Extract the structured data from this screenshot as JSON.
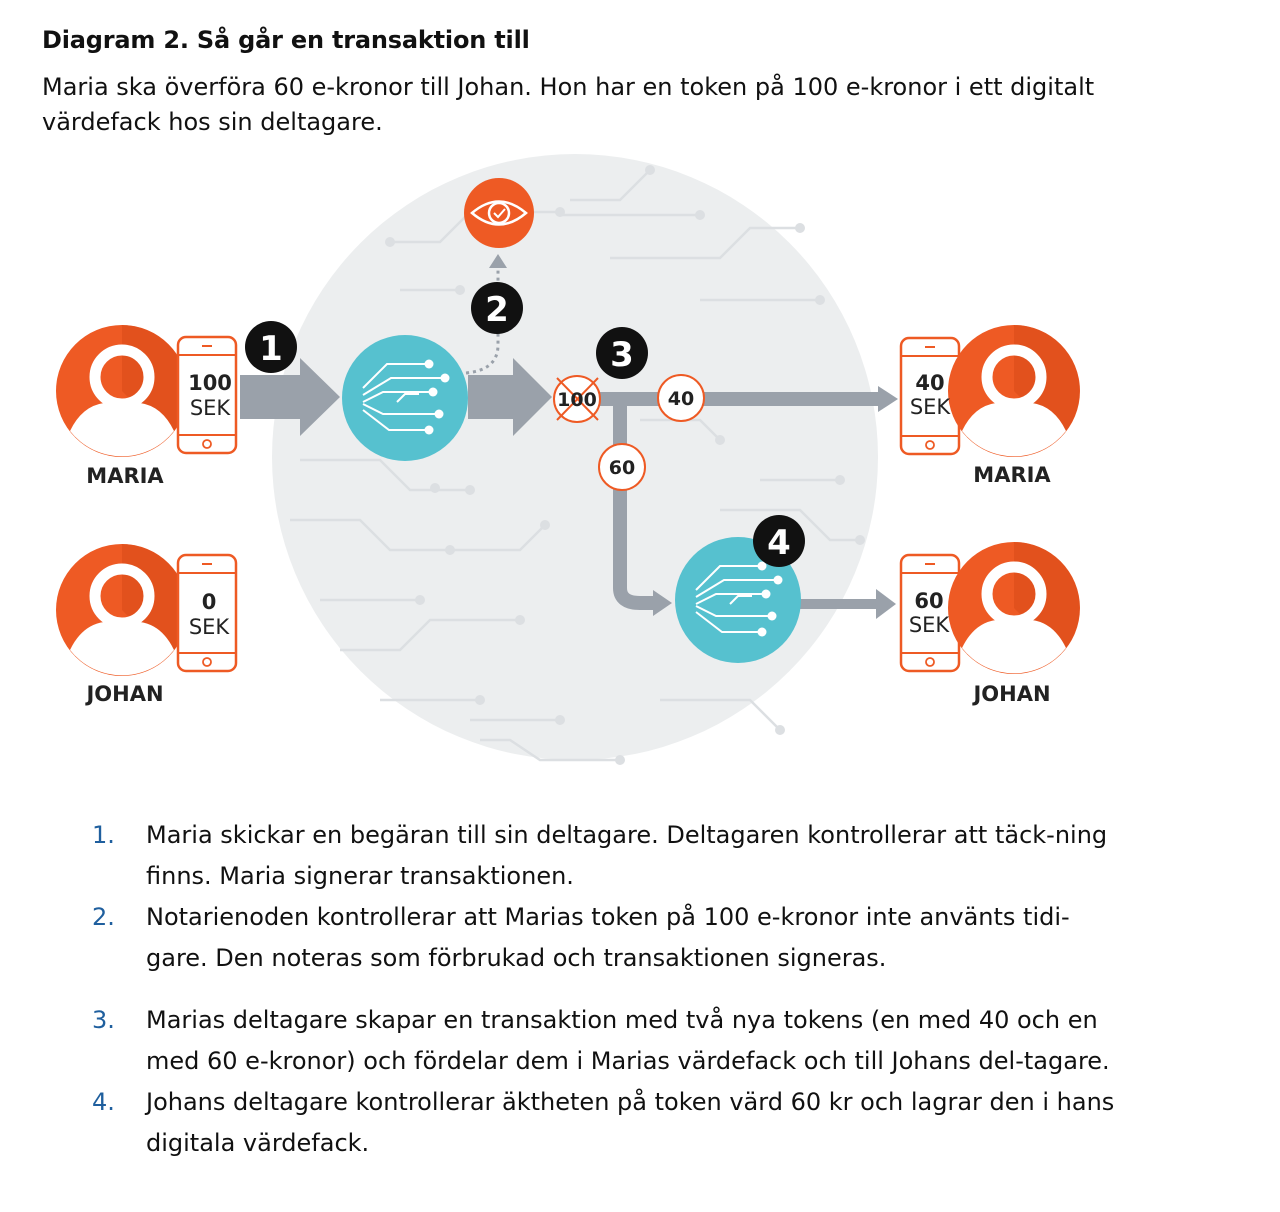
{
  "title": "Diagram 2. Så går en transaktion till",
  "intro": "Maria ska överföra 60 e-kronor till Johan. Hon har en token på 100 e-kronor i ett digitalt värdefack hos sin deltagare.",
  "diagram": {
    "wallets": {
      "maria_before": {
        "amount": "100",
        "currency": "SEK",
        "person": "MARIA"
      },
      "johan_before": {
        "amount": "0",
        "currency": "SEK",
        "person": "JOHAN"
      },
      "maria_after": {
        "amount": "40",
        "currency": "SEK",
        "person": "MARIA"
      },
      "johan_after": {
        "amount": "60",
        "currency": "SEK",
        "person": "JOHAN"
      }
    },
    "steps": [
      "1",
      "2",
      "3",
      "4"
    ],
    "tokens": {
      "spent": "100",
      "change": "40",
      "transfer": "60"
    },
    "icons": [
      "person-icon",
      "phone-icon",
      "node-icon",
      "eye-check-icon"
    ],
    "colors": {
      "orange": "#ee5a24",
      "teal": "#56c1cf",
      "arrow": "#9aa1aa",
      "circle": "#eceeef",
      "step_badge": "#111111",
      "list_number": "#1f5f9e"
    }
  },
  "steps": [
    {
      "num": "1.",
      "text": "Maria skickar en begäran till sin deltagare. Deltagaren kontrollerar att täck-ning finns. Maria signerar transaktionen."
    },
    {
      "num": "2.",
      "text": "Notarienoden kontrollerar att Marias token på 100 e-kronor inte använts tidi-gare. Den noteras som förbrukad och transaktionen signeras."
    },
    {
      "num": "3.",
      "text": "Marias deltagare skapar en transaktion med två nya tokens (en med 40 och en med 60 e-kronor) och fördelar dem i Marias värdefack och till Johans del-tagare."
    },
    {
      "num": "4.",
      "text": "Johans deltagare kontrollerar äktheten på token värd 60 kr och lagrar den i hans digitala värdefack."
    }
  ]
}
